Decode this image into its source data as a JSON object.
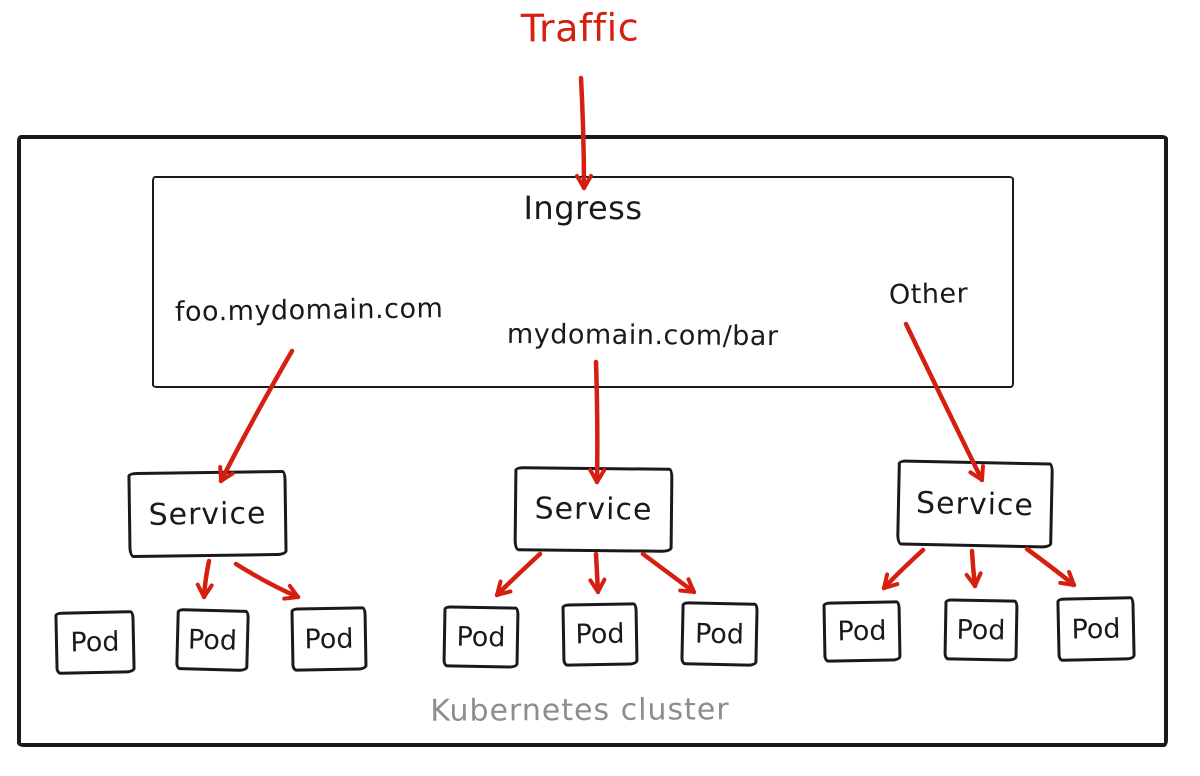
{
  "colors": {
    "accent-red": "#d52011",
    "ink-black": "#1a1a1a",
    "muted-gray": "#8d8d8d",
    "background": "#ffffff"
  },
  "diagram": {
    "traffic_label": "Traffic",
    "ingress": {
      "title": "Ingress",
      "rules": [
        {
          "label": "foo.mydomain.com"
        },
        {
          "label": "mydomain.com/bar"
        },
        {
          "label": "Other"
        }
      ]
    },
    "services": [
      {
        "label": "Service",
        "pods": [
          {
            "label": "Pod"
          },
          {
            "label": "Pod"
          },
          {
            "label": "Pod"
          }
        ]
      },
      {
        "label": "Service",
        "pods": [
          {
            "label": "Pod"
          },
          {
            "label": "Pod"
          },
          {
            "label": "Pod"
          }
        ]
      },
      {
        "label": "Service",
        "pods": [
          {
            "label": "Pod"
          },
          {
            "label": "Pod"
          },
          {
            "label": "Pod"
          }
        ]
      }
    ],
    "cluster_label": "Kubernetes cluster"
  }
}
